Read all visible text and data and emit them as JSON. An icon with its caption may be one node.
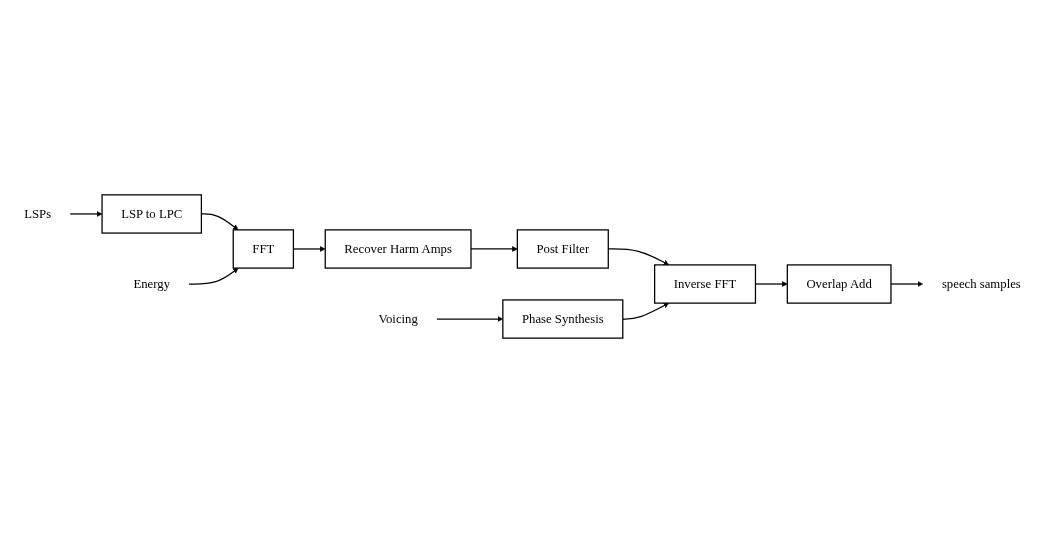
{
  "diagram": {
    "nodes": [
      {
        "text": [
          "LSPs"
        ]
      },
      {
        "text": [
          "LSP to LPC"
        ]
      },
      {
        "text": [
          "FFT"
        ]
      },
      {
        "text": [
          "Recover Harm Amps"
        ]
      },
      {
        "text": [
          "Energy"
        ]
      },
      {
        "text": [
          "Post Filter"
        ]
      },
      {
        "text": [
          "Voicing"
        ]
      },
      {
        "text": [
          "Phase Synthesis"
        ]
      },
      {
        "text": [
          "Inverse FFT"
        ]
      },
      {
        "text": [
          "Overlap Add"
        ]
      },
      {
        "text": [
          "speech samples"
        ]
      }
    ],
    "edges": [
      {
        "from": 0,
        "to": 1,
        "arrow": "to"
      },
      {
        "from": 1,
        "to": 2,
        "arrow": "to"
      },
      {
        "from": 2,
        "to": 3,
        "arrow": "to"
      },
      {
        "from": 3,
        "to": 5,
        "arrow": "to"
      },
      {
        "from": 4,
        "to": 2,
        "arrow": "to"
      },
      {
        "from": 5,
        "to": 8,
        "arrow": "to"
      },
      {
        "from": 6,
        "to": 7,
        "arrow": "to"
      },
      {
        "from": 7,
        "to": 8,
        "arrow": "to"
      },
      {
        "from": 8,
        "to": 9,
        "arrow": "to"
      },
      {
        "from": 9,
        "to": 10,
        "arrow": "to"
      }
    ]
  }
}
